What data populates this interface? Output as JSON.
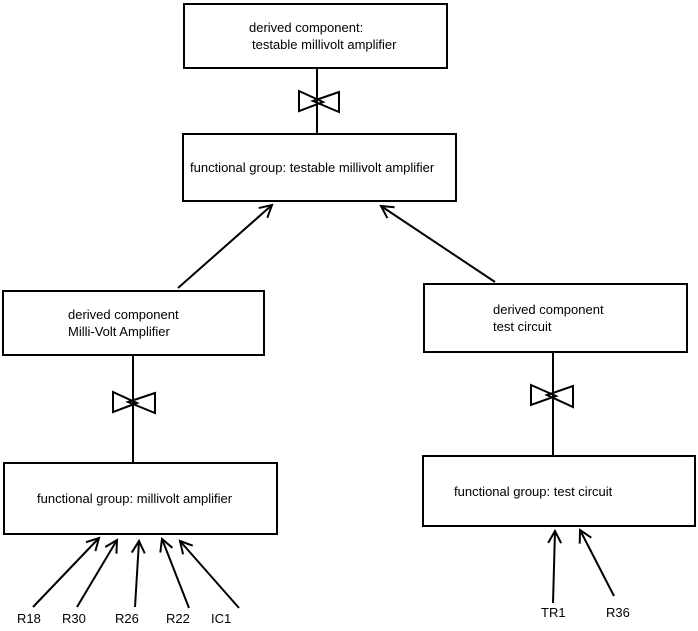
{
  "canvas": {
    "background": "#ffffff",
    "line_color": "#000000",
    "text_color": "#000000"
  },
  "icons": {
    "bowtie": "bowtie-decomposition-icon"
  },
  "nodes": {
    "derived_testable_amplifier": {
      "line1": "derived component:",
      "line2": "testable millivolt amplifier"
    },
    "functional_testable_amplifier": {
      "label": "functional group: testable millivolt amplifier"
    },
    "derived_millivolt_amplifier": {
      "line1": "derived component",
      "line2": "Milli-Volt Amplifier"
    },
    "functional_millivolt_amplifier": {
      "label": "functional group: millivolt amplifier"
    },
    "derived_test_circuit": {
      "line1": "derived component",
      "line2": "test circuit"
    },
    "functional_test_circuit": {
      "label": "functional group: test circuit"
    }
  },
  "components": {
    "r18": "R18",
    "r30": "R30",
    "r26": "R26",
    "r22": "R22",
    "ic1": "IC1",
    "tr1": "TR1",
    "r36": "R36"
  }
}
